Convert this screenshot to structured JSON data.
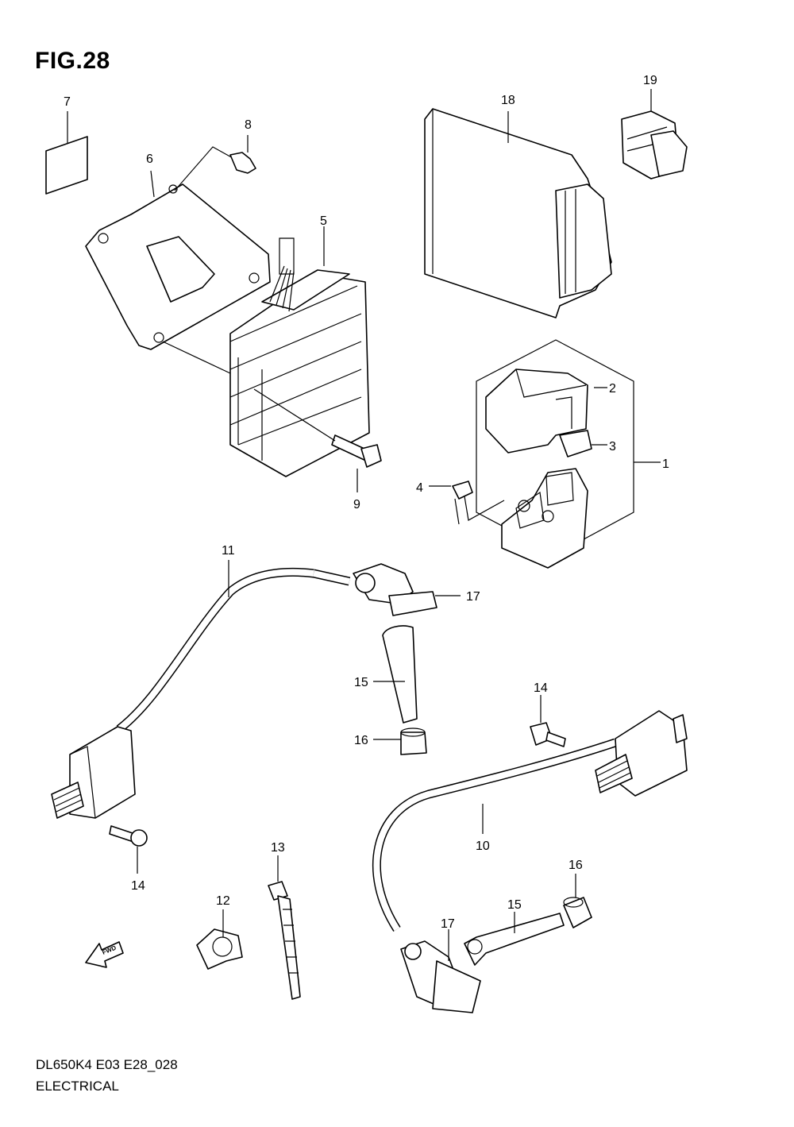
{
  "figure": {
    "title": "FIG.28"
  },
  "footer": {
    "code": "DL650K4 E03 E28_028",
    "section": "ELECTRICAL"
  },
  "fwd_label": "FWD",
  "callouts": {
    "c1": "1",
    "c2": "2",
    "c3": "3",
    "c4": "4",
    "c5": "5",
    "c6": "6",
    "c7": "7",
    "c8": "8",
    "c9": "9",
    "c10": "10",
    "c11": "11",
    "c12": "12",
    "c13": "13",
    "c14a": "14",
    "c14b": "14",
    "c15a": "15",
    "c15b": "15",
    "c16a": "16",
    "c16b": "16",
    "c17a": "17",
    "c17b": "17",
    "c18": "18",
    "c19": "19"
  }
}
